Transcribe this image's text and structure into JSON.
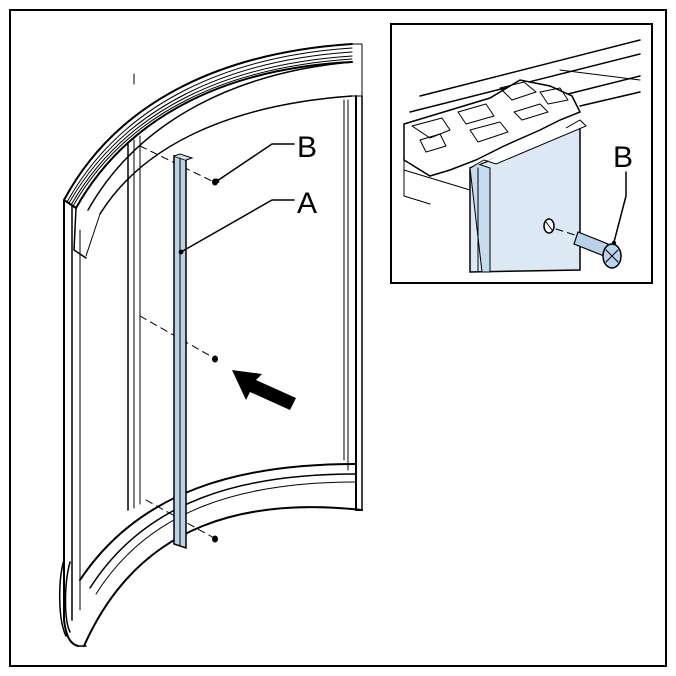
{
  "labels": {
    "profile": "A",
    "screw": "B",
    "inset_screw": "B"
  },
  "colors": {
    "frame": "#000000",
    "profile_fill": "#bcd3e6",
    "inset_profile_fill": "#dce9f5",
    "screw_fill": "#b9d2ea",
    "background": "#ffffff"
  },
  "icons": {
    "direction_arrow": "push-arrow-icon"
  }
}
